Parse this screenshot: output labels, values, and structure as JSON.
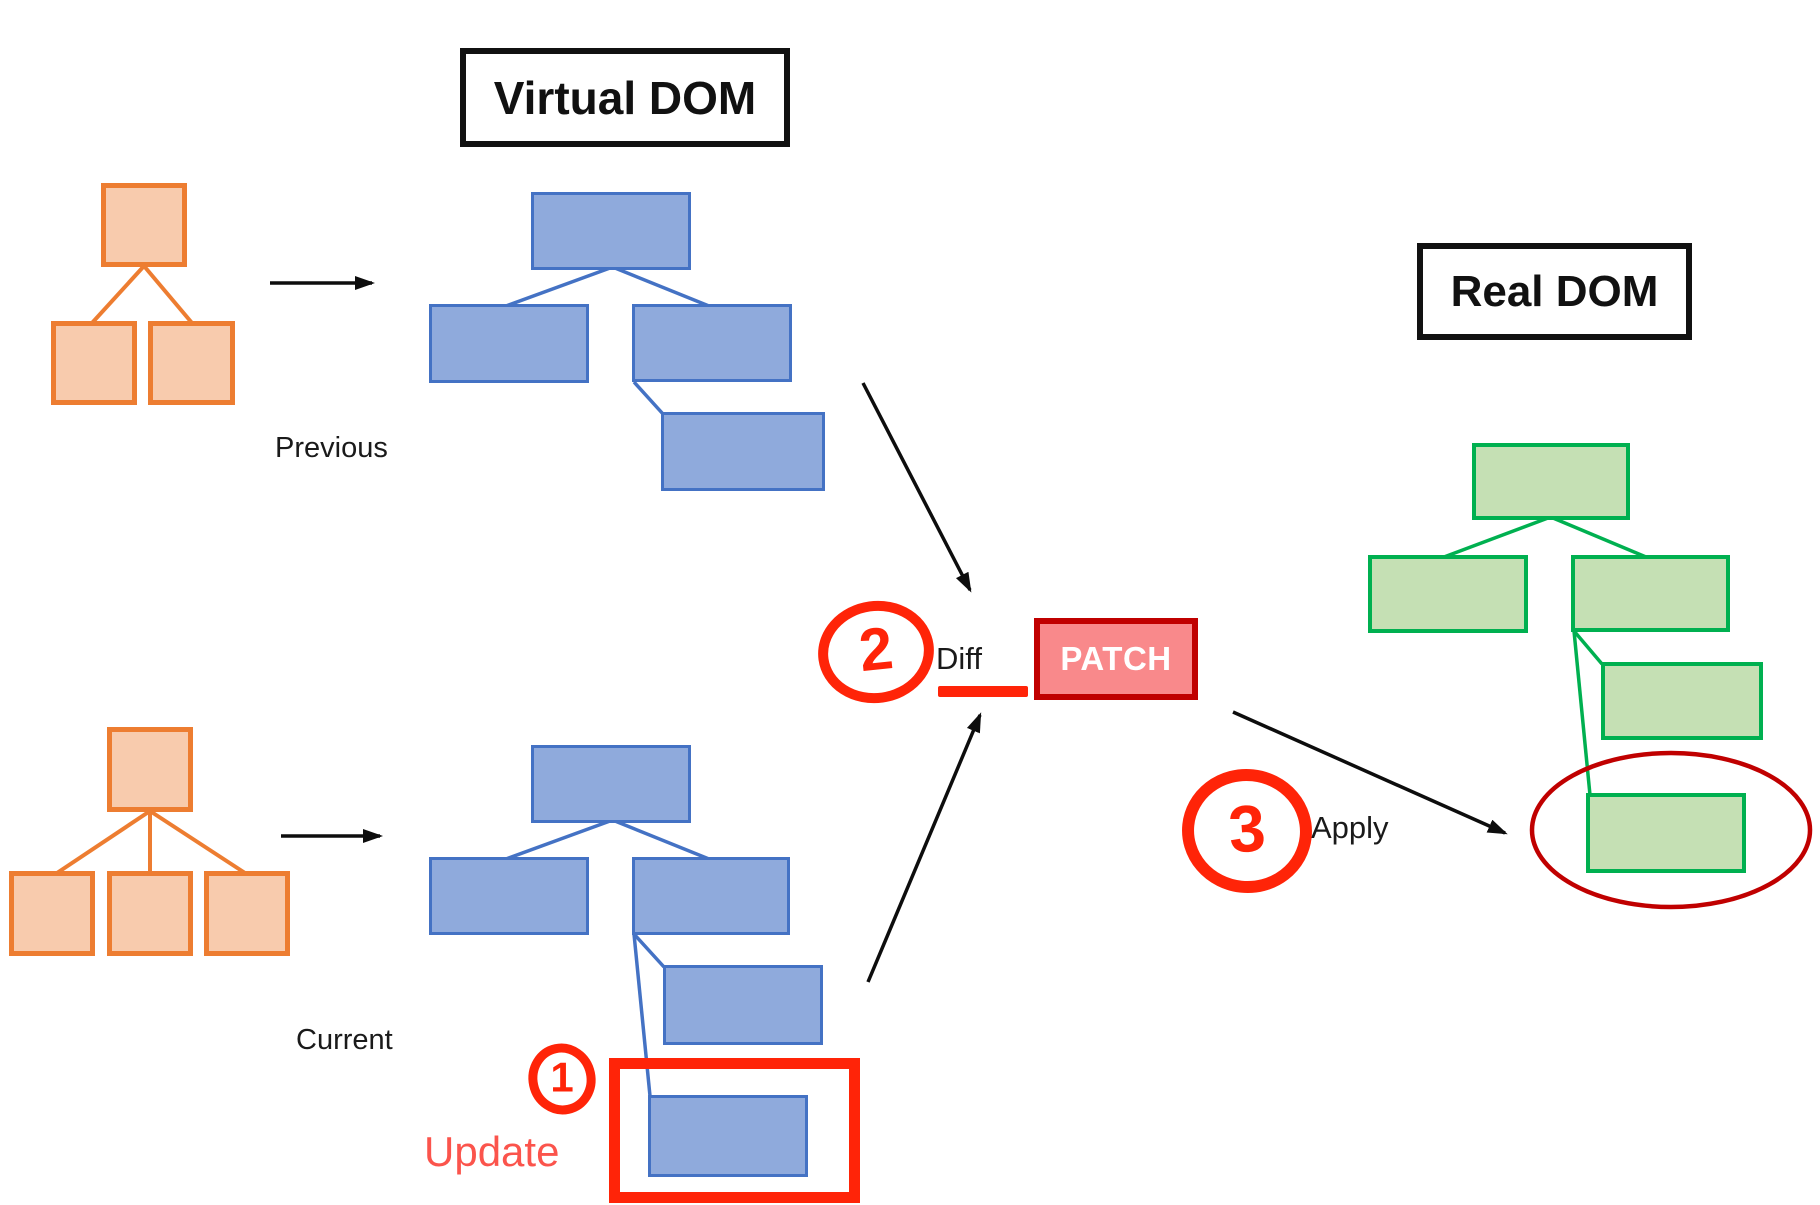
{
  "titles": {
    "virtual_dom": "Virtual DOM",
    "real_dom": "Real DOM"
  },
  "labels": {
    "previous": "Previous",
    "current": "Current"
  },
  "patch_box": {
    "label": "PATCH"
  },
  "steps": {
    "update": {
      "number": "1",
      "label": "Update"
    },
    "diff": {
      "number": "2",
      "label": "Diff"
    },
    "apply": {
      "number": "3",
      "label": "Apply"
    }
  },
  "colors": {
    "orange-stroke": "#ED7D31",
    "orange-fill": "#F8CBAD",
    "blue-stroke": "#4472C4",
    "blue-fill": "#8FAADC",
    "green-stroke": "#00B050",
    "green-fill": "#C5E0B4",
    "annotation-red": "#FF2408",
    "update-red": "#FB544C",
    "dark-red": "#C00000",
    "patch-fill": "#F9898B",
    "patch-text": "#FFFFFF",
    "arrow-black": "#0d0d0d"
  }
}
